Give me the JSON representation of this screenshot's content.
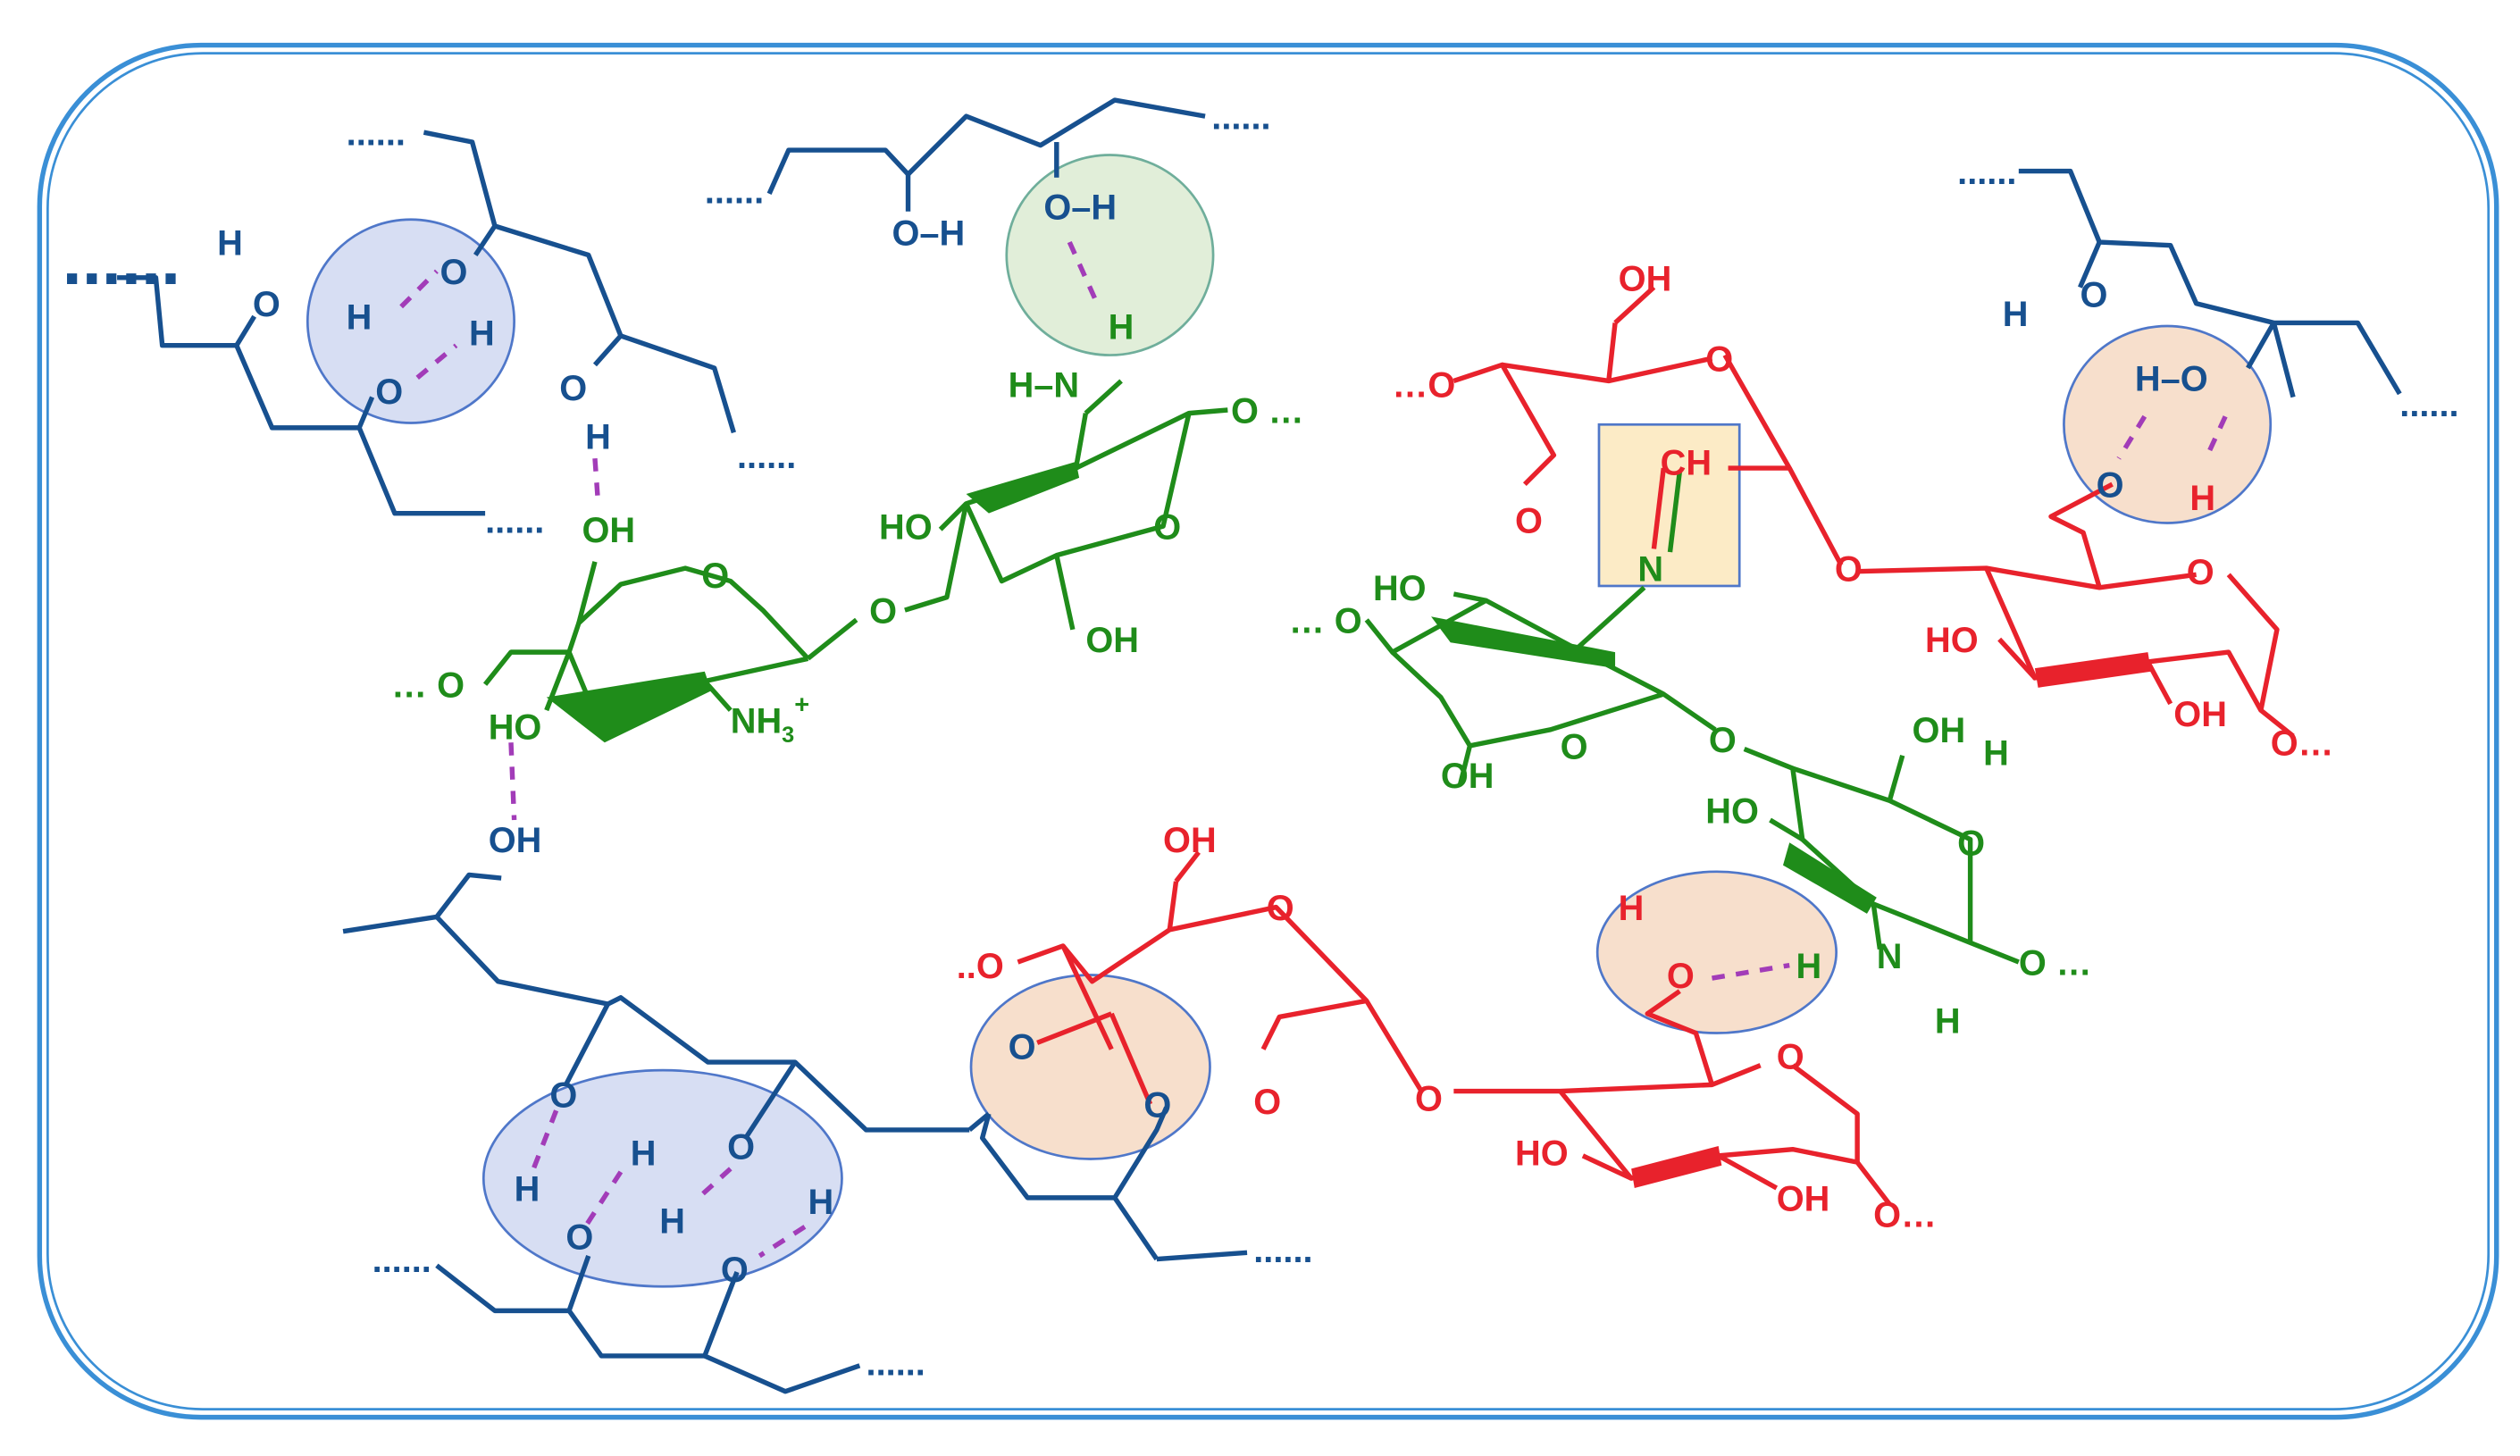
{
  "colors": {
    "frame": "#3a8fd6",
    "pva": "#17508f",
    "chitosan": "#1f8c1a",
    "oxidized": "#e8222c",
    "hbond": "#a23cb8",
    "blue_ellipse_fill": "#d7def3",
    "blue_ellipse_stroke": "#4f77c9",
    "green_ellipse_fill": "#e1eed9",
    "green_ellipse_stroke": "#6fae9b",
    "peach_fill": "#f7dfcc",
    "peach_stroke": "#4f77c9",
    "schiff_box_fill": "#fcebc6",
    "schiff_box_stroke": "#4f77c9"
  },
  "labels": {
    "h": "H",
    "o": "O",
    "oh": "OH",
    "ho": "HO",
    "o_h": "O–H",
    "h_o": "H–O",
    "h_n": "H–N",
    "n": "N",
    "nh3": "NH",
    "nh3_sub": "3",
    "nh3_sup": "+",
    "ch": "CH",
    "o_dots": "O…",
    "dots_o": "…O",
    "dots_o_short": "..O",
    "o_dotted": "O …",
    "dotted_o": "… O",
    "ellipsis": "......"
  }
}
